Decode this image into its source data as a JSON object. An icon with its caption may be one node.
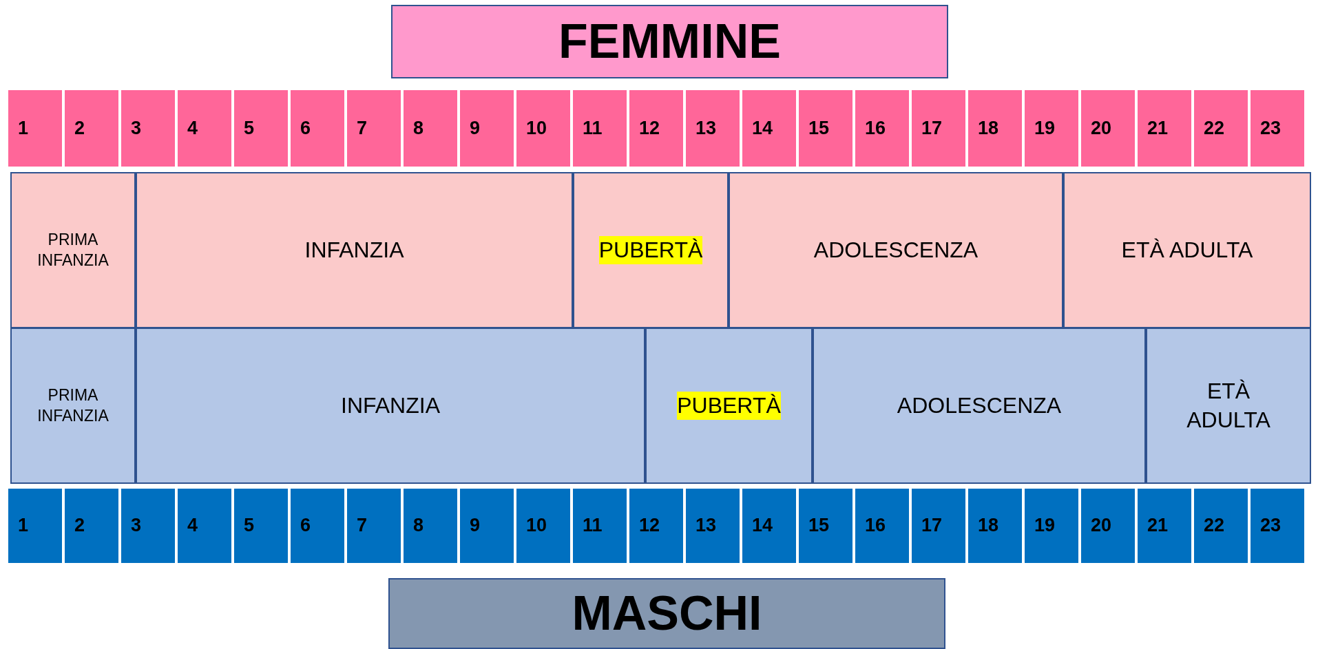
{
  "diagram": {
    "nodes": [
      {
        "text": [
          "FEMMINE"
        ]
      },
      {
        "text": [
          "1"
        ]
      },
      {
        "text": [
          "2"
        ]
      },
      {
        "text": [
          "3"
        ]
      },
      {
        "text": [
          "4"
        ]
      },
      {
        "text": [
          "5"
        ]
      },
      {
        "text": [
          "6"
        ]
      },
      {
        "text": [
          "7"
        ]
      },
      {
        "text": [
          "8"
        ]
      },
      {
        "text": [
          "9"
        ]
      },
      {
        "text": [
          "10"
        ]
      },
      {
        "text": [
          "11"
        ]
      },
      {
        "text": [
          "12"
        ]
      },
      {
        "text": [
          "13"
        ]
      },
      {
        "text": [
          "14"
        ]
      },
      {
        "text": [
          "15"
        ]
      },
      {
        "text": [
          "16"
        ]
      },
      {
        "text": [
          "17"
        ]
      },
      {
        "text": [
          "18"
        ]
      },
      {
        "text": [
          "19"
        ]
      },
      {
        "text": [
          "20"
        ]
      },
      {
        "text": [
          "21"
        ]
      },
      {
        "text": [
          "22"
        ]
      },
      {
        "text": [
          "23"
        ]
      },
      {
        "text": [
          "PRIMA INFANZIA"
        ]
      },
      {
        "text": [
          "INFANZIA"
        ]
      },
      {
        "text": [
          "PUBERTÀ"
        ]
      },
      {
        "text": [
          "ADOLESCENZA"
        ]
      },
      {
        "text": [
          "ETÀ ADULTA"
        ]
      },
      {
        "text": [
          "PRIMA INFANZIA"
        ]
      },
      {
        "text": [
          "INFANZIA"
        ]
      },
      {
        "text": [
          "PUBERTÀ"
        ]
      },
      {
        "text": [
          "ADOLESCENZA"
        ]
      },
      {
        "text": [
          "ETÀ ADULTA"
        ]
      },
      {
        "text": [
          "1"
        ]
      },
      {
        "text": [
          "2"
        ]
      },
      {
        "text": [
          "3"
        ]
      },
      {
        "text": [
          "4"
        ]
      },
      {
        "text": [
          "5"
        ]
      },
      {
        "text": [
          "6"
        ]
      },
      {
        "text": [
          "7"
        ]
      },
      {
        "text": [
          "8"
        ]
      },
      {
        "text": [
          "9"
        ]
      },
      {
        "text": [
          "10"
        ]
      },
      {
        "text": [
          "11"
        ]
      },
      {
        "text": [
          "12"
        ]
      },
      {
        "text": [
          "13"
        ]
      },
      {
        "text": [
          "14"
        ]
      },
      {
        "text": [
          "15"
        ]
      },
      {
        "text": [
          "16"
        ]
      },
      {
        "text": [
          "17"
        ]
      },
      {
        "text": [
          "18"
        ]
      },
      {
        "text": [
          "19"
        ]
      },
      {
        "text": [
          "20"
        ]
      },
      {
        "text": [
          "21"
        ]
      },
      {
        "text": [
          "22"
        ]
      },
      {
        "text": [
          "23"
        ]
      },
      {
        "text": [
          "MASCHI"
        ]
      }
    ]
  }
}
